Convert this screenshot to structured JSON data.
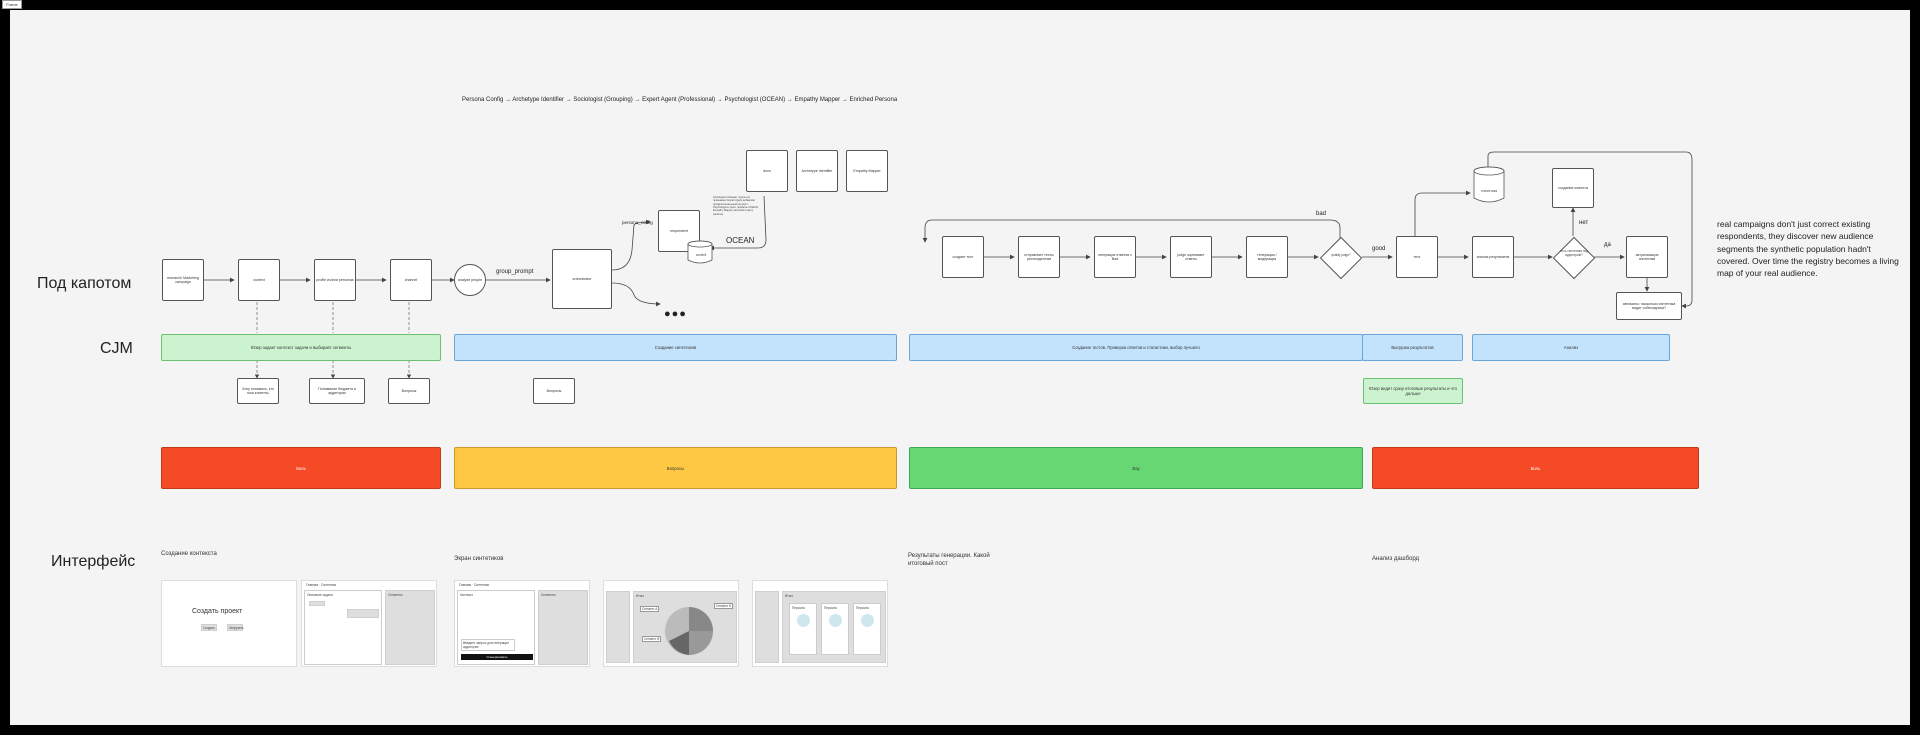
{
  "corner_badge": "Frame",
  "row_labels": {
    "under_hood": "Под капотом",
    "cjm": "CJM",
    "interface": "Интерфейс"
  },
  "pipeline_caption": "Persona Config → Archetype Identifier → Sociologist (Grouping) → Expert Agent (Professional) → Psychologist (OCEAN) → Empathy Mapper → Enriched Persona",
  "labels": {
    "group_prompt": "group_prompt",
    "persona_config": "persona_config",
    "ocean": "OCEAN",
    "bad": "bad",
    "good": "good",
    "no": "нет",
    "yes": "да",
    "ellipsis": "●●●"
  },
  "flow_nodes": {
    "research": "research/ Marketing campaign",
    "context": "context",
    "profile": "profile из/или personas",
    "channel": "channel",
    "analyze": "analyze people",
    "orchestrator": "orchestrator",
    "respondent": "respondent",
    "content": "content",
    "top1": "docs",
    "top2": "Archetype Identifier",
    "top3": "Empathy Mapper",
    "notes": "Sociologist собирает группы по признакам; Expert Agent добавляет профессиональный контекст; Psychologist строит профиль OCEAN; Empathy Mapper заполняет карту эмпатии",
    "f1": "создает тест",
    "f2": "отправляет тесты респондентам",
    "f3": "генерация ответов с Bad",
    "f4": "judge оценивает ответы",
    "f5": "генерация / модерация",
    "decision": "quality judge?",
    "test": "тест",
    "review": "анализ результатов",
    "db": "статистика",
    "create_client": "создание клиента",
    "decision2": "есть синтетики под аудиторию?",
    "update": "актуализация синтетики",
    "final": "автоматы: насколько синтетика видит собеседника?"
  },
  "cjm_bands": [
    "Юзер задает контекст задачи и выбирает сегменты",
    "Создание синтетиков",
    "Создание тестов. Проверка ответов и статистики, выбор лучшего",
    "Выгрузка результатов",
    "Анализ"
  ],
  "cjm_subs": {
    "s1": "Хочу понимать, кто мои клиенты",
    "s2": "Понимание бюджета и аудитории",
    "s3": "Вопросы",
    "s4": "Вопросы",
    "s5": "Юзер видит сразу итоговые результаты и что дальше"
  },
  "emotion_bands": [
    "Боль",
    "Вопросы",
    "Вау",
    "Боль"
  ],
  "right_note": "real campaigns don't just correct existing respondents, they discover new audience segments the synthetic population hadn't covered. Over time the registry becomes a living map of your real audience.",
  "interface": {
    "sec1": "Создание контекста",
    "sec2": "Экран синтетиков",
    "sec3": "Результаты генерации. Какой итоговый пост",
    "sec4": "Анализ дашборд",
    "create_project": "Создать проект",
    "btn_a": "Создать",
    "btn_b": "Загрузить",
    "mock_header": "Главная · Синтетики",
    "mock_panel": "Контекст",
    "mock_context": "Описание задачи",
    "mock_segment": "Сегменты",
    "mock_input": "Введите запрос для генерации аудитории",
    "mock_button": "Сгенерировать",
    "mock_results": "Итоги",
    "mock_persona": "Персона",
    "pie_l1": "Сегмент А",
    "pie_l2": "Сегмент Б",
    "pie_l3": "Сегмент В"
  }
}
